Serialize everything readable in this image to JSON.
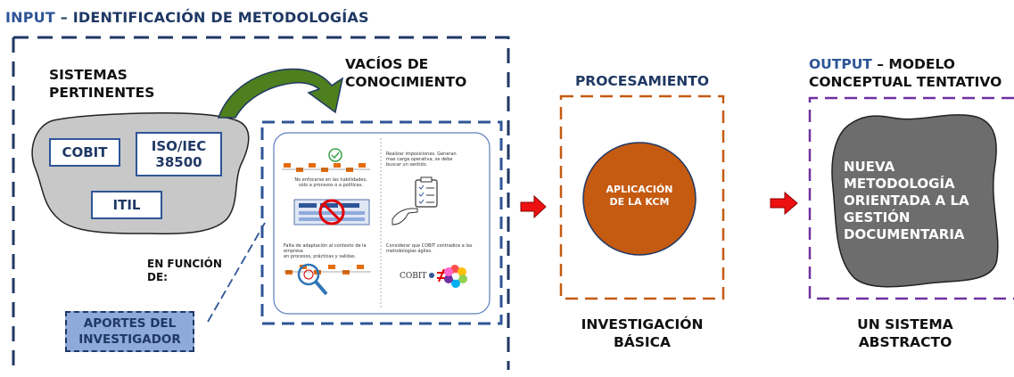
{
  "input_header": {
    "keyword": "INPUT",
    "title": " – IDENTIFICACIÓN DE METODOLOGÍAS"
  },
  "sistemas": {
    "title_line1": "SISTEMAS",
    "title_line2": "PERTINENTES",
    "items": [
      "COBIT",
      "ISO/IEC",
      "38500",
      "ITIL"
    ]
  },
  "vacios": {
    "line1": "VACÍOS DE",
    "line2": "CONOCIMIENTO"
  },
  "funcion": {
    "line1": "EN FUNCIÓN",
    "line2": "DE:"
  },
  "aportes": {
    "line1": "APORTES DEL",
    "line2": "INVESTIGADOR"
  },
  "inner_panel": {
    "q1": [
      "No enfocarse en las habilidades,",
      "sólo a procesos o a políticas."
    ],
    "q2": [
      "Realizar imposiciones. Generan",
      "mas carga operativa, se debe",
      "buscar un sentido."
    ],
    "q3": [
      "Falta de adaptación al contexto de la empresa",
      "en procesos, prácticas y salidas."
    ],
    "q4": [
      "Considerar que COBIT contradice a las",
      "metodologías ágiles."
    ],
    "cobit_logo": "COBIT"
  },
  "procesamiento": {
    "title": "PROCESAMIENTO",
    "circle_line1": "APLICACIÓN",
    "circle_line2": "DE LA KCM",
    "caption_line1": "INVESTIGACIÓN",
    "caption_line2": "BÁSICA"
  },
  "output": {
    "keyword": "OUTPUT",
    "title_rest": " – MODELO",
    "title_line2": "CONCEPTUAL TENTATIVO",
    "blob_lines": [
      "NUEVA",
      "METODOLOGÍA",
      "ORIENTADA A LA",
      "GESTIÓN",
      "DOCUMENTARIA"
    ],
    "caption_line1": "UN SISTEMA",
    "caption_line2": "ABSTRACTO"
  },
  "colors": {
    "navy": "#1f3864",
    "blue": "#2e5597",
    "orange": "#c55a11",
    "purple": "#7030a0",
    "green": "#4e7f1e",
    "red_arrow": "#ee1111",
    "grey": "#c8c8c8"
  }
}
